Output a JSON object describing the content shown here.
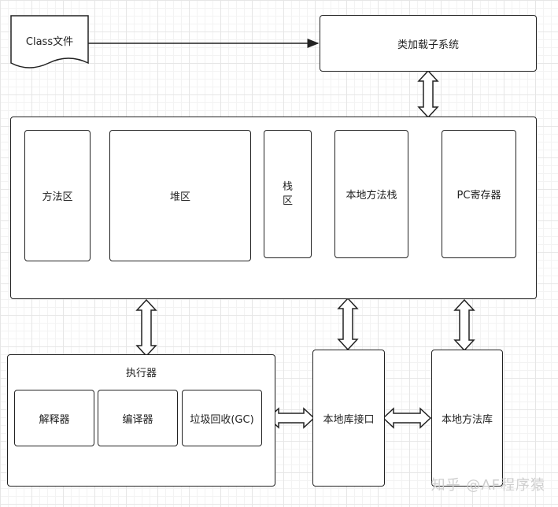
{
  "nodes": {
    "class_file": "Class文件",
    "class_loader": "类加载子系统",
    "method_area": "方法区",
    "heap": "堆区",
    "stack": "栈区",
    "native_method_stack": "本地方法栈",
    "pc_register": "PC寄存器",
    "execution_engine": "执行器",
    "interpreter": "解释器",
    "jit_compiler": "编译器",
    "gc": "垃圾回收(GC)",
    "native_interface": "本地库接口",
    "native_library": "本地方法库"
  },
  "watermark": "知乎 @AF程序猿"
}
